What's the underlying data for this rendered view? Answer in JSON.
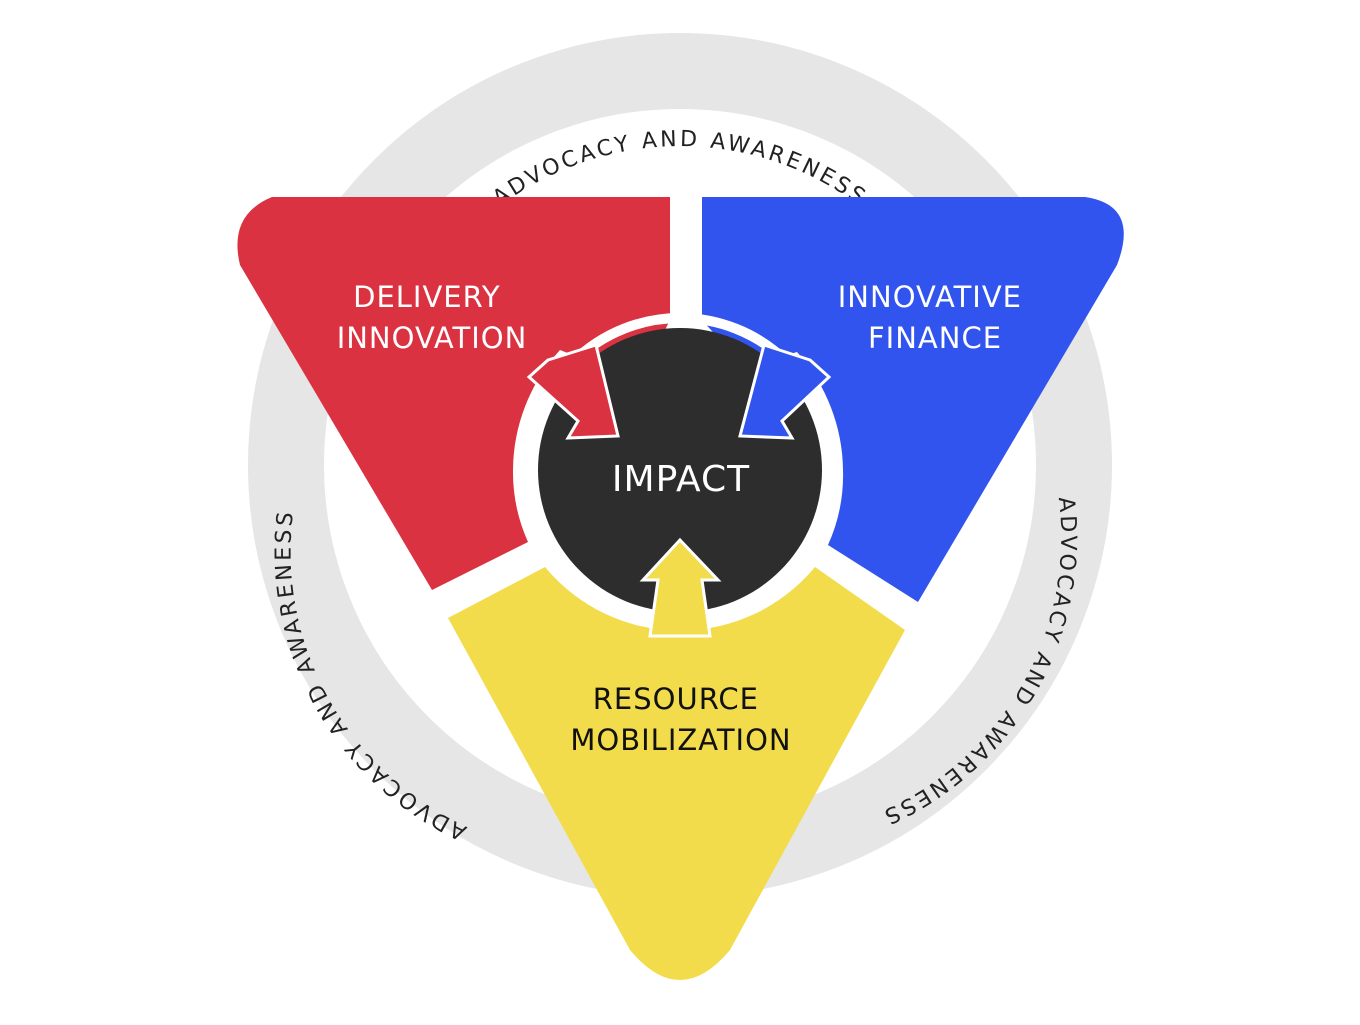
{
  "ring": {
    "labels": [
      "ADVOCACY AND AWARENESS",
      "ADVOCACY AND AWARENESS",
      "ADVOCACY AND AWARENESS"
    ],
    "color": "#e6e6e6"
  },
  "segments": {
    "delivery": {
      "line1": "DELIVERY",
      "line2": "INNOVATION",
      "color": "#db3242",
      "text_color": "#ffffff"
    },
    "finance": {
      "line1": "INNOVATIVE",
      "line2": "FINANCE",
      "color": "#3154ee",
      "text_color": "#ffffff"
    },
    "resource": {
      "line1": "RESOURCE",
      "line2": "MOBILIZATION",
      "color": "#f2dc4b",
      "text_color": "#111111"
    }
  },
  "center": {
    "label": "IMPACT",
    "color": "#2d2d2d",
    "text_color": "#ffffff"
  }
}
